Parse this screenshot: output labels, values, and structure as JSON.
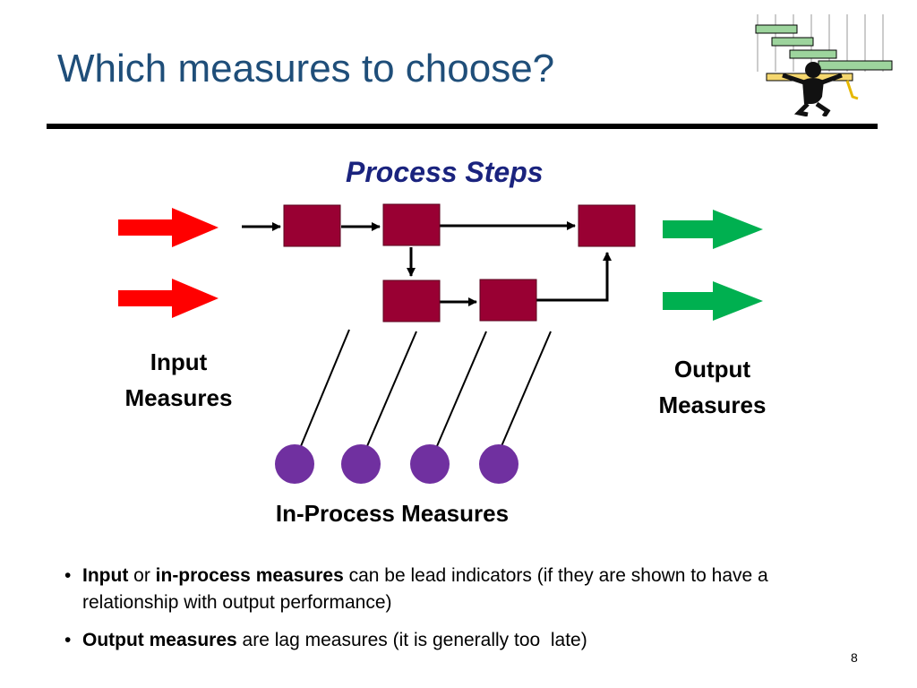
{
  "slide": {
    "title": "Which measures to choose?",
    "page_number": "8"
  },
  "diagram": {
    "process_steps_label": "Process Steps",
    "input_label_line1": "Input",
    "input_label_line2": "Measures",
    "output_label_line1": "Output",
    "output_label_line2": "Measures",
    "inprocess_label": "In-Process Measures",
    "colors": {
      "input_arrow": "#ff0000",
      "output_arrow": "#00b050",
      "process_box": "#990033",
      "measure_circle": "#7030a0"
    }
  },
  "bullets": [
    {
      "b1": "Input",
      "t1": " or ",
      "b2": "in-process measures",
      "t2": " can be lead indicators (if they are shown to have a relationship with output performance)"
    },
    {
      "b1": "Output measures",
      "t1": " are lag measures (it is generally too  late)"
    }
  ]
}
